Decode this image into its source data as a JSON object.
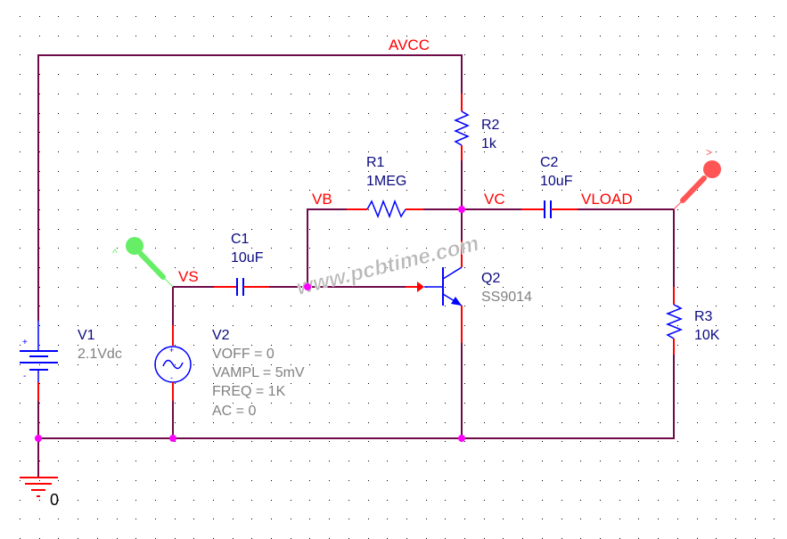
{
  "schematic": {
    "nets": {
      "avcc": "AVCC",
      "vb": "VB",
      "vc": "VC",
      "vs": "VS",
      "vload": "VLOAD",
      "ground": "0"
    },
    "components": {
      "R1": {
        "ref": "R1",
        "value": "1MEG"
      },
      "R2": {
        "ref": "R2",
        "value": "1k"
      },
      "R3": {
        "ref": "R3",
        "value": "10K"
      },
      "C1": {
        "ref": "C1",
        "value": "10uF"
      },
      "C2": {
        "ref": "C2",
        "value": "10uF"
      },
      "Q2": {
        "ref": "Q2",
        "value": "SS9014"
      },
      "V1": {
        "ref": "V1",
        "value": "2.1Vdc"
      },
      "V2": {
        "ref": "V2",
        "params": [
          "VOFF = 0",
          "VAMPL = 5mV",
          "FREQ = 1K",
          "AC = 0"
        ]
      }
    },
    "probes": {
      "input_probe": {
        "marker": "^",
        "color": "#66ee66"
      },
      "output_probe": {
        "marker": ">",
        "color": "#ff5555"
      }
    },
    "battery_polarity": {
      "plus": "+",
      "minus": "-"
    },
    "source_polarity": {
      "plus": "+",
      "minus": "-"
    },
    "watermark": "www.pcbtime.com"
  }
}
